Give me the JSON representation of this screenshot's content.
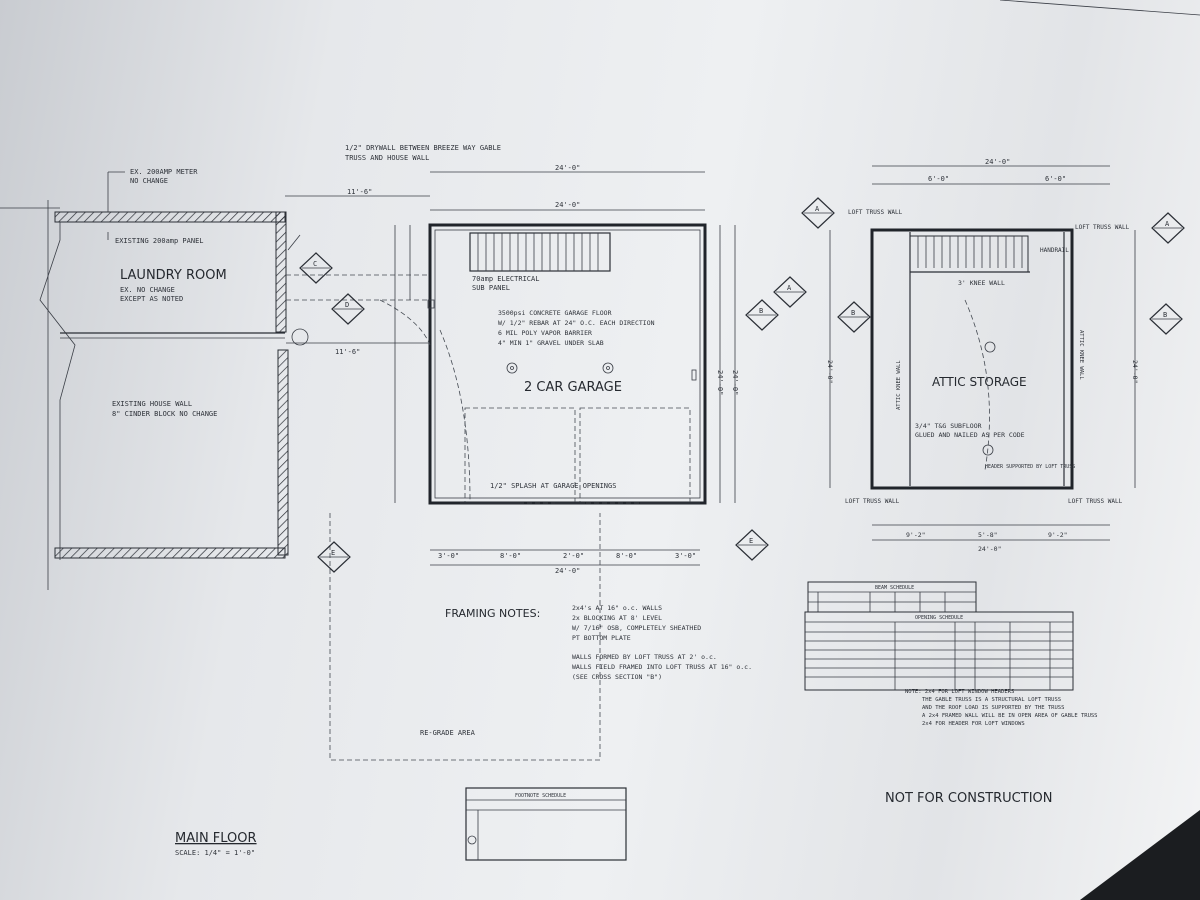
{
  "drawing": {
    "main_floor_title": "MAIN FLOOR",
    "scale": "SCALE: 1/4\" = 1'-0\"",
    "stamp": "NOT FOR CONSTRUCTION"
  },
  "laundry": {
    "room_name": "LAUNDRY ROOM",
    "room_note_1": "EX. NO CHANGE",
    "room_note_2": "EXCEPT AS NOTED",
    "meter_note_1": "EX. 200AMP METER",
    "meter_note_2": "NO CHANGE",
    "panel_note": "EXISTING 200amp PANEL",
    "house_wall_1": "EXISTING HOUSE WALL",
    "house_wall_2": "8\" CINDER BLOCK NO CHANGE"
  },
  "garage": {
    "room_name": "2 CAR GARAGE",
    "drywall_note_1": "1/2\" DRYWALL BETWEEN BREEZE WAY GABLE",
    "drywall_note_2": "TRUSS AND HOUSE WALL",
    "sub_panel_1": "70amp ELECTRICAL",
    "sub_panel_2": "SUB PANEL",
    "floor_notes": [
      "3500psi CONCRETE GARAGE FLOOR",
      "W/ 1/2\" REBAR AT 24\" O.C. EACH DIRECTION",
      "6 MIL POLY VAPOR BARRIER",
      "4\" MIN 1\" GRAVEL UNDER SLAB"
    ],
    "splash_note": "1/2\" SPLASH AT GARAGE OPENINGS",
    "dims_top": [
      "11'-6\"",
      "24'-0\"",
      "24'-0\""
    ],
    "dims_bottom": [
      "3'-0\"",
      "8'-0\"",
      "2'-0\"",
      "8'-0\"",
      "3'-0\""
    ],
    "dim_bottom_total": "24'-0\"",
    "dim_side": [
      "24'-0\"",
      "24'-0\""
    ],
    "dim_mid": "11'-6\"",
    "regrade": "RE-GRADE AREA"
  },
  "attic": {
    "room_name": "ATTIC STORAGE",
    "dims_top": [
      "24'-0\"",
      "6'-0\"",
      "6'-0\""
    ],
    "dims_bottom": [
      "9'-2\"",
      "5'-8\"",
      "9'-2\"",
      "24'-0\""
    ],
    "dim_side": [
      "24'-0\"",
      "24'-0\""
    ],
    "loft_truss_wall": "LOFT TRUSS WALL",
    "knee_wall": "3' KNEE WALL",
    "handrail": "HANDRAIL",
    "subfloor_1": "3/4\" T&G SUBFLOOR",
    "subfloor_2": "GLUED AND NAILED AS PER CODE",
    "side_wall": "ATTIC KNEE WALL",
    "header_note": "HEADER SUPPORTED BY LOFT TRUSS"
  },
  "framing": {
    "title": "FRAMING NOTES:",
    "lines": [
      "2x4's AT 16\" o.c. WALLS",
      "2x BLOCKING AT 8' LEVEL",
      "W/ 7/16\" OSB, COMPLETELY SHEATHED",
      "PT BOTTOM PLATE",
      "WALLS FORMED BY LOFT TRUSS AT 2' o.c.",
      "WALLS FIELD FRAMED INTO LOFT TRUSS AT 16\" o.c.",
      "(SEE CROSS SECTION \"B\")"
    ]
  },
  "schedules": {
    "beam_title": "BEAM SCHEDULE",
    "opening_title": "OPENING SCHEDULE",
    "footnote_title": "FOOTNOTE SCHEDULE",
    "opening_notes": [
      "NOTE: 2x4 FOR LOFT WINDOW HEADERS",
      "THE GABLE TRUSS IS A STRUCTURAL LOFT TRUSS",
      "AND THE ROOF LOAD IS SUPPORTED BY THE TRUSS",
      "A 2x4 FRAMED WALL WILL BE IN OPEN AREA OF GABLE TRUSS",
      "2x4 FOR HEADER FOR LOFT WINDOWS"
    ]
  },
  "section_markers": [
    "A",
    "B",
    "C",
    "D",
    "E"
  ]
}
